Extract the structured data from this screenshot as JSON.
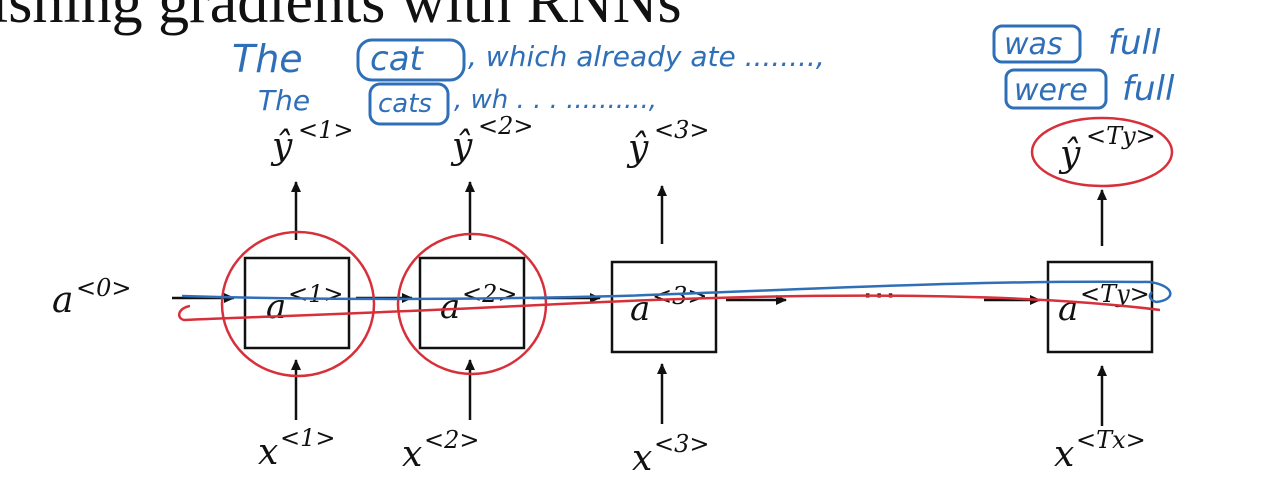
{
  "title": "nishing gradients with RNNs",
  "inputs": [
    {
      "base": "x",
      "sup": "<1>"
    },
    {
      "base": "x",
      "sup": "<2>"
    },
    {
      "base": "x",
      "sup": "<3>"
    },
    {
      "base": "x",
      "sup": "<Tx>"
    }
  ],
  "outputs": [
    {
      "base": "ŷ",
      "sup": "<1>"
    },
    {
      "base": "ŷ",
      "sup": "<2>"
    },
    {
      "base": "ŷ",
      "sup": "<3>"
    },
    {
      "base": "ŷ",
      "sup": "<Ty>"
    }
  ],
  "cells": [
    {
      "base": "a",
      "sup": "<1>"
    },
    {
      "base": "a",
      "sup": "<2>"
    },
    {
      "base": "a",
      "sup": "<3>"
    },
    {
      "base": "a",
      "sup": "<Ty>"
    }
  ],
  "initial_state": {
    "base": "a",
    "sup": "<0>"
  },
  "ellipsis": "⋯",
  "annotations": {
    "line1": {
      "the": "The",
      "cat": "cat",
      "rest": ", which already ate ........,",
      "was": "was",
      "full": "full"
    },
    "line2": {
      "the": "The",
      "cats": "cats",
      "rest": ", wh  . . .  ..........,",
      "were": "were",
      "full": "full"
    }
  },
  "colors": {
    "ink_blue": "#2f6fb8",
    "ink_red": "#d7303a",
    "diagram": "#111111"
  }
}
